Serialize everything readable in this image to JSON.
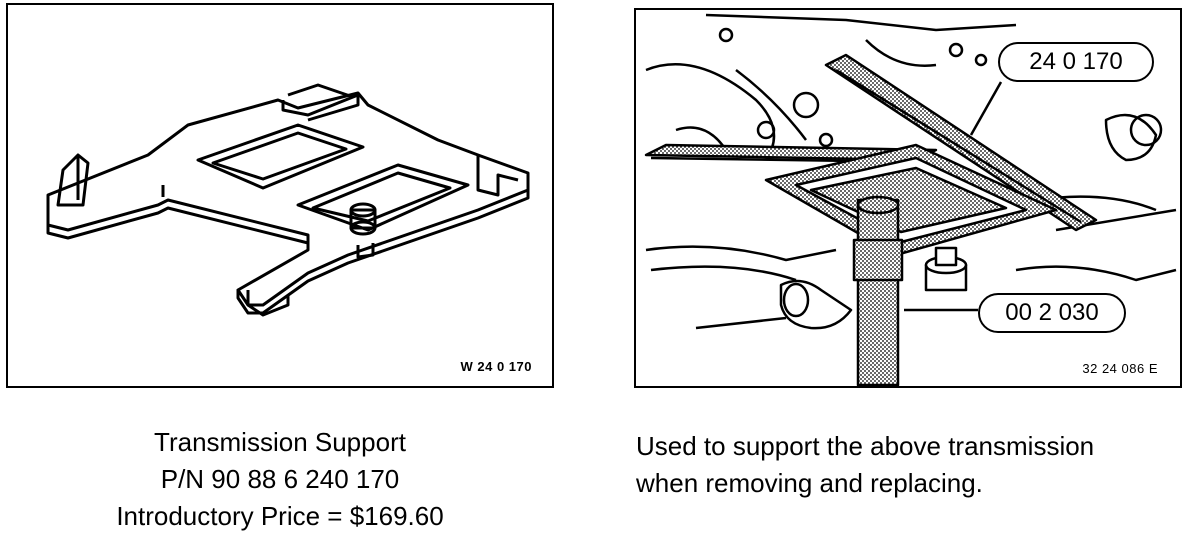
{
  "left_figure": {
    "code": "W 24 0 170"
  },
  "right_figure": {
    "code": "32 24 086 E",
    "callout_top": "24 0 170",
    "callout_bottom": "00 2 030"
  },
  "caption_left": {
    "line1": "Transmission Support",
    "line2": "P/N 90 88 6 240 170",
    "line3": "Introductory Price = $169.60"
  },
  "caption_right": {
    "line1": "Used to support the above transmission",
    "line2": "when removing and replacing."
  }
}
